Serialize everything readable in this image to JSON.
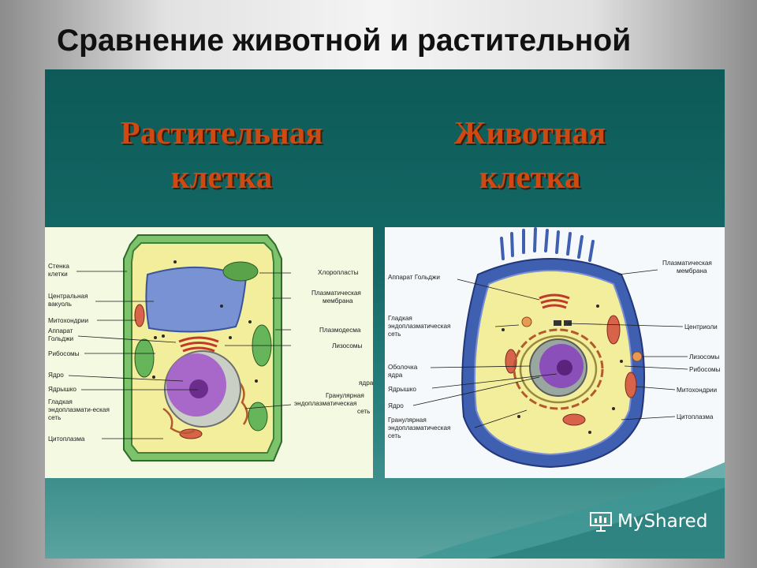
{
  "slide": {
    "title": "Сравнение животной и растительной"
  },
  "headings": {
    "plant": [
      "Растительная",
      "клетка"
    ],
    "animal": [
      "Животная",
      "клетка"
    ]
  },
  "plant_labels": {
    "left": [
      [
        "Стенка",
        "клетки"
      ],
      [
        "Центральная",
        "вакуоль"
      ],
      [
        "Митохондрии"
      ],
      [
        "Аппарат",
        "Гольджи"
      ],
      [
        "Рибосомы"
      ],
      [
        "Ядро"
      ],
      [
        "Ядрышко"
      ],
      [
        "Гладкая",
        "эндоплазмати-еская",
        "сеть"
      ],
      [
        "Цитоплазма"
      ]
    ],
    "right": [
      [
        "Хлоропласты"
      ],
      [
        "Плазматическая",
        "мембрана"
      ],
      [
        "Плазмодесма"
      ],
      [
        "Лизосомы"
      ],
      [
        "ядра"
      ],
      [
        "Гранулярная",
        "эндоплазматическая",
        "сеть"
      ]
    ]
  },
  "animal_labels": {
    "left": [
      [
        "Аппарат Гольджи"
      ],
      [
        "Гладкая",
        "эндоплазматическая",
        "сеть"
      ],
      [
        "Оболочка",
        "ядра"
      ],
      [
        "Ядрышко"
      ],
      [
        "Ядро"
      ],
      [
        "Гранулярная",
        "эндоплазматическая",
        "сеть"
      ]
    ],
    "right": [
      [
        "Плазматическая",
        "мембрана"
      ],
      [
        "Центриоли"
      ],
      [
        "Лизосомы"
      ],
      [
        "Рибосомы"
      ],
      [
        "Митохондрии"
      ],
      [
        "Цитоплазма"
      ]
    ]
  },
  "watermark": {
    "text": "MyShared",
    "icon": "presentation-board-icon"
  },
  "colors": {
    "panel_top": "#0d5a58",
    "heading": "#cf4a12",
    "plant_wall": "#5fae56",
    "animal_membrane": "#3f5fb0",
    "cytoplasm": "#f3ee9c",
    "nucleus": "#8a4fb8"
  }
}
